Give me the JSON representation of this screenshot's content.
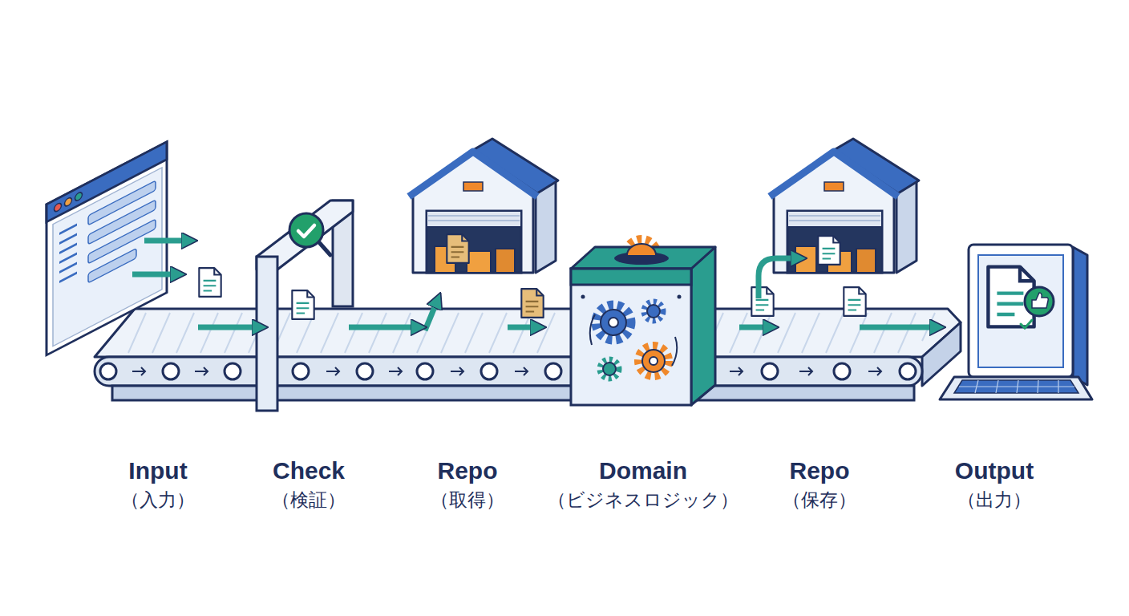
{
  "diagram": {
    "nodes": [
      {
        "text": [
          "Input",
          "（入力）"
        ]
      },
      {
        "text": [
          "Check",
          "（検証）"
        ]
      },
      {
        "text": [
          "Repo",
          "（取得）"
        ]
      },
      {
        "text": [
          "Domain",
          "（ビジネスロジック）"
        ]
      },
      {
        "text": [
          "Repo",
          "（保存）"
        ]
      },
      {
        "text": [
          "Output",
          "（出力）"
        ]
      }
    ],
    "edges": [
      {
        "from": 0,
        "to": 1,
        "arrow": "to"
      },
      {
        "from": 1,
        "to": 2,
        "arrow": "to"
      },
      {
        "from": 2,
        "to": 3,
        "arrow": "to"
      },
      {
        "from": 3,
        "to": 4,
        "arrow": "to"
      },
      {
        "from": 4,
        "to": 5,
        "arrow": "to"
      }
    ]
  }
}
